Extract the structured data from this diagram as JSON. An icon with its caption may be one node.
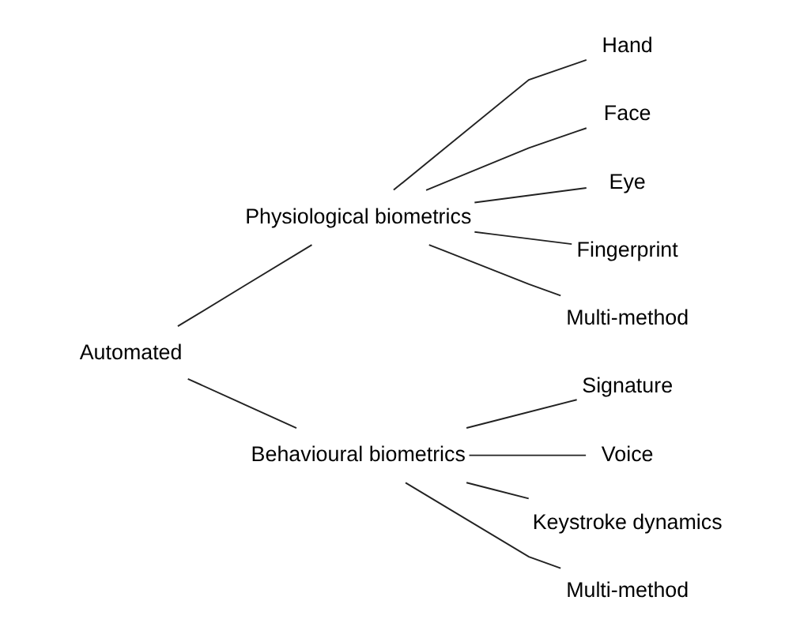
{
  "diagram": {
    "nodes": [
      {
        "text": [
          "Automated"
        ]
      },
      {
        "text": [
          "Physiological biometrics"
        ]
      },
      {
        "text": [
          "Behavioural biometrics"
        ]
      },
      {
        "text": [
          "Hand"
        ]
      },
      {
        "text": [
          "Face"
        ]
      },
      {
        "text": [
          "Eye"
        ]
      },
      {
        "text": [
          "Fingerprint"
        ]
      },
      {
        "text": [
          "Multi-method"
        ]
      },
      {
        "text": [
          "Signature"
        ]
      },
      {
        "text": [
          "Voice"
        ]
      },
      {
        "text": [
          "Keystroke dynamics"
        ]
      },
      {
        "text": [
          "Multi-method"
        ]
      }
    ],
    "edges": [
      {
        "from": 0,
        "to": 1,
        "arrow": "none"
      },
      {
        "from": 0,
        "to": 2,
        "arrow": "none"
      },
      {
        "from": 1,
        "to": 3,
        "arrow": "none"
      },
      {
        "from": 1,
        "to": 4,
        "arrow": "none"
      },
      {
        "from": 1,
        "to": 5,
        "arrow": "none"
      },
      {
        "from": 1,
        "to": 6,
        "arrow": "none"
      },
      {
        "from": 1,
        "to": 7,
        "arrow": "none"
      },
      {
        "from": 2,
        "to": 8,
        "arrow": "none"
      },
      {
        "from": 2,
        "to": 9,
        "arrow": "none"
      },
      {
        "from": 2,
        "to": 10,
        "arrow": "none"
      },
      {
        "from": 2,
        "to": 11,
        "arrow": "none"
      }
    ]
  }
}
